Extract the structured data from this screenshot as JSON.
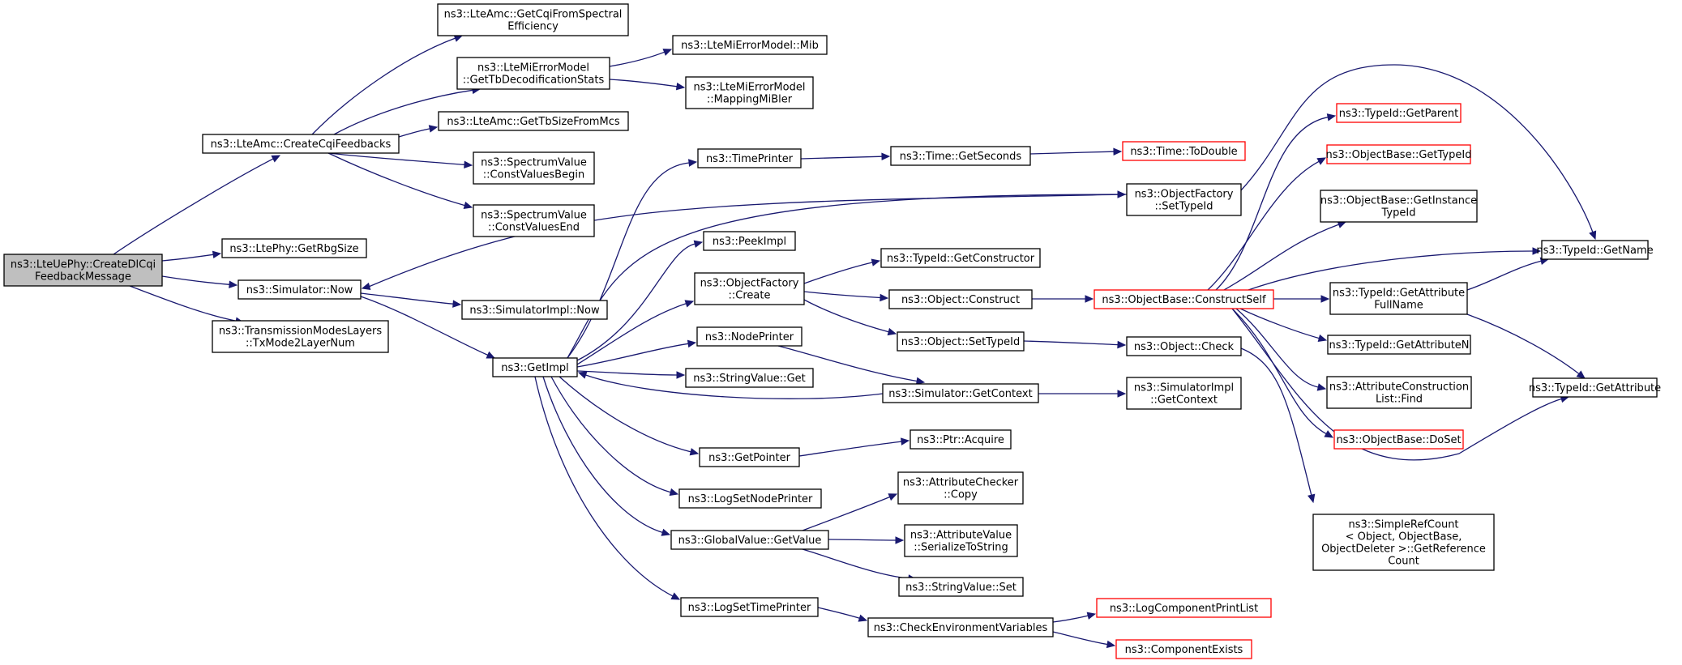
{
  "colors": {
    "edge": "#191970",
    "node_border": "#000000",
    "node_border_truncated": "#ff0000",
    "root_fill": "#bfbfbf",
    "node_fill": "#ffffff"
  },
  "nodes": [
    {
      "id": "root",
      "lines": [
        "ns3::LteUePhy::CreateDlCqi",
        "FeedbackMessage"
      ],
      "kind": "root"
    },
    {
      "id": "cqifb",
      "lines": [
        "ns3::LteAmc::CreateCqiFeedbacks"
      ],
      "kind": "normal"
    },
    {
      "id": "rbg",
      "lines": [
        "ns3::LtePhy::GetRbgSize"
      ],
      "kind": "normal"
    },
    {
      "id": "simnow",
      "lines": [
        "ns3::Simulator::Now"
      ],
      "kind": "normal"
    },
    {
      "id": "txmode",
      "lines": [
        "ns3::TransmissionModesLayers",
        "::TxMode2LayerNum"
      ],
      "kind": "normal"
    },
    {
      "id": "cqispec",
      "lines": [
        "ns3::LteAmc::GetCqiFromSpectral",
        "Efficiency"
      ],
      "kind": "normal"
    },
    {
      "id": "tbdec",
      "lines": [
        "ns3::LteMiErrorModel",
        "::GetTbDecodificationStats"
      ],
      "kind": "normal"
    },
    {
      "id": "tbsize",
      "lines": [
        "ns3::LteAmc::GetTbSizeFromMcs"
      ],
      "kind": "normal"
    },
    {
      "id": "cvbegin",
      "lines": [
        "ns3::SpectrumValue",
        "::ConstValuesBegin"
      ],
      "kind": "normal"
    },
    {
      "id": "cvend",
      "lines": [
        "ns3::SpectrumValue",
        "::ConstValuesEnd"
      ],
      "kind": "normal"
    },
    {
      "id": "mib",
      "lines": [
        "ns3::LteMiErrorModel::Mib"
      ],
      "kind": "normal"
    },
    {
      "id": "mapmi",
      "lines": [
        "ns3::LteMiErrorModel",
        "::MappingMiBler"
      ],
      "kind": "normal"
    },
    {
      "id": "simimplnow",
      "lines": [
        "ns3::SimulatorImpl::Now"
      ],
      "kind": "normal"
    },
    {
      "id": "getimpl",
      "lines": [
        "ns3::GetImpl"
      ],
      "kind": "normal"
    },
    {
      "id": "timeprinter",
      "lines": [
        "ns3::TimePrinter"
      ],
      "kind": "normal"
    },
    {
      "id": "peekimpl",
      "lines": [
        "ns3::PeekImpl"
      ],
      "kind": "normal"
    },
    {
      "id": "ofcreate",
      "lines": [
        "ns3::ObjectFactory",
        "::Create"
      ],
      "kind": "normal"
    },
    {
      "id": "nodeprinter",
      "lines": [
        "ns3::NodePrinter"
      ],
      "kind": "normal"
    },
    {
      "id": "svget",
      "lines": [
        "ns3::StringValue::Get"
      ],
      "kind": "normal"
    },
    {
      "id": "getpointer",
      "lines": [
        "ns3::GetPointer"
      ],
      "kind": "normal"
    },
    {
      "id": "logsetnode",
      "lines": [
        "ns3::LogSetNodePrinter"
      ],
      "kind": "normal"
    },
    {
      "id": "gvgetvalue",
      "lines": [
        "ns3::GlobalValue::GetValue"
      ],
      "kind": "normal"
    },
    {
      "id": "logsettime",
      "lines": [
        "ns3::LogSetTimePrinter"
      ],
      "kind": "normal"
    },
    {
      "id": "getseconds",
      "lines": [
        "ns3::Time::GetSeconds"
      ],
      "kind": "normal"
    },
    {
      "id": "todouble",
      "lines": [
        "ns3::Time::ToDouble"
      ],
      "kind": "truncated"
    },
    {
      "id": "ofsettypeid",
      "lines": [
        "ns3::ObjectFactory",
        "::SetTypeId"
      ],
      "kind": "normal"
    },
    {
      "id": "getconstructor",
      "lines": [
        "ns3::TypeId::GetConstructor"
      ],
      "kind": "normal"
    },
    {
      "id": "objconstruct",
      "lines": [
        "ns3::Object::Construct"
      ],
      "kind": "normal"
    },
    {
      "id": "objsettypeid",
      "lines": [
        "ns3::Object::SetTypeId"
      ],
      "kind": "normal"
    },
    {
      "id": "simgetcontext",
      "lines": [
        "ns3::Simulator::GetContext"
      ],
      "kind": "normal"
    },
    {
      "id": "ptracquire",
      "lines": [
        "ns3::Ptr::Acquire"
      ],
      "kind": "normal"
    },
    {
      "id": "acccopy",
      "lines": [
        "ns3::AttributeChecker",
        "::Copy"
      ],
      "kind": "normal"
    },
    {
      "id": "avser",
      "lines": [
        "ns3::AttributeValue",
        "::SerializeToString"
      ],
      "kind": "normal"
    },
    {
      "id": "svset",
      "lines": [
        "ns3::StringValue::Set"
      ],
      "kind": "normal"
    },
    {
      "id": "checkenv",
      "lines": [
        "ns3::CheckEnvironmentVariables"
      ],
      "kind": "normal"
    },
    {
      "id": "constructself",
      "lines": [
        "ns3::ObjectBase::ConstructSelf"
      ],
      "kind": "truncated"
    },
    {
      "id": "objcheck",
      "lines": [
        "ns3::Object::Check"
      ],
      "kind": "normal"
    },
    {
      "id": "simimplctx",
      "lines": [
        "ns3::SimulatorImpl",
        "::GetContext"
      ],
      "kind": "normal"
    },
    {
      "id": "logcomp",
      "lines": [
        "ns3::LogComponentPrintList"
      ],
      "kind": "truncated"
    },
    {
      "id": "compexists",
      "lines": [
        "ns3::ComponentExists"
      ],
      "kind": "truncated"
    },
    {
      "id": "getparent",
      "lines": [
        "ns3::TypeId::GetParent"
      ],
      "kind": "truncated"
    },
    {
      "id": "obgettypeid",
      "lines": [
        "ns3::ObjectBase::GetTypeId"
      ],
      "kind": "truncated"
    },
    {
      "id": "obgetinst",
      "lines": [
        "ns3::ObjectBase::GetInstance",
        "TypeId"
      ],
      "kind": "normal"
    },
    {
      "id": "getattrfull",
      "lines": [
        "ns3::TypeId::GetAttribute",
        "FullName"
      ],
      "kind": "normal"
    },
    {
      "id": "getattrn",
      "lines": [
        "ns3::TypeId::GetAttributeN"
      ],
      "kind": "normal"
    },
    {
      "id": "acfind",
      "lines": [
        "ns3::AttributeConstruction",
        "List::Find"
      ],
      "kind": "normal"
    },
    {
      "id": "doset",
      "lines": [
        "ns3::ObjectBase::DoSet"
      ],
      "kind": "truncated"
    },
    {
      "id": "refcount",
      "lines": [
        "ns3::SimpleRefCount",
        "< Object, ObjectBase,",
        "ObjectDeleter >::GetReference",
        "Count"
      ],
      "kind": "normal"
    },
    {
      "id": "getname",
      "lines": [
        "ns3::TypeId::GetName"
      ],
      "kind": "normal"
    },
    {
      "id": "getattr",
      "lines": [
        "ns3::TypeId::GetAttribute"
      ],
      "kind": "normal"
    }
  ],
  "edges": [
    [
      "root",
      "cqifb"
    ],
    [
      "root",
      "rbg"
    ],
    [
      "root",
      "simnow"
    ],
    [
      "root",
      "txmode"
    ],
    [
      "cqifb",
      "cqispec"
    ],
    [
      "cqifb",
      "tbdec"
    ],
    [
      "cqifb",
      "tbsize"
    ],
    [
      "cqifb",
      "cvbegin"
    ],
    [
      "cqifb",
      "cvend"
    ],
    [
      "tbdec",
      "mib"
    ],
    [
      "tbdec",
      "mapmi"
    ],
    [
      "simnow",
      "simimplnow"
    ],
    [
      "simnow",
      "getimpl"
    ],
    [
      "getimpl",
      "timeprinter"
    ],
    [
      "getimpl",
      "ofsettypeid"
    ],
    [
      "getimpl",
      "peekimpl"
    ],
    [
      "getimpl",
      "ofcreate"
    ],
    [
      "getimpl",
      "nodeprinter"
    ],
    [
      "getimpl",
      "svget"
    ],
    [
      "getimpl",
      "getpointer"
    ],
    [
      "getimpl",
      "logsetnode"
    ],
    [
      "getimpl",
      "gvgetvalue"
    ],
    [
      "getimpl",
      "logsettime"
    ],
    [
      "ofsettypeid",
      "simnow"
    ],
    [
      "timeprinter",
      "getseconds"
    ],
    [
      "getseconds",
      "todouble"
    ],
    [
      "ofcreate",
      "getconstructor"
    ],
    [
      "ofcreate",
      "objconstruct"
    ],
    [
      "ofcreate",
      "objsettypeid"
    ],
    [
      "nodeprinter",
      "simgetcontext"
    ],
    [
      "simgetcontext",
      "getimpl"
    ],
    [
      "simgetcontext",
      "simimplctx"
    ],
    [
      "getpointer",
      "ptracquire"
    ],
    [
      "gvgetvalue",
      "acccopy"
    ],
    [
      "gvgetvalue",
      "avser"
    ],
    [
      "gvgetvalue",
      "svset"
    ],
    [
      "logsettime",
      "checkenv"
    ],
    [
      "checkenv",
      "logcomp"
    ],
    [
      "checkenv",
      "compexists"
    ],
    [
      "objconstruct",
      "constructself"
    ],
    [
      "objsettypeid",
      "objcheck"
    ],
    [
      "ofsettypeid",
      "getname"
    ],
    [
      "constructself",
      "getparent"
    ],
    [
      "constructself",
      "obgettypeid"
    ],
    [
      "constructself",
      "obgetinst"
    ],
    [
      "constructself",
      "getname"
    ],
    [
      "constructself",
      "getattrfull"
    ],
    [
      "constructself",
      "getattrn"
    ],
    [
      "constructself",
      "acfind"
    ],
    [
      "constructself",
      "doset"
    ],
    [
      "constructself",
      "getattr"
    ],
    [
      "getattrfull",
      "getname"
    ],
    [
      "getattrfull",
      "getattr"
    ],
    [
      "objcheck",
      "refcount"
    ]
  ]
}
